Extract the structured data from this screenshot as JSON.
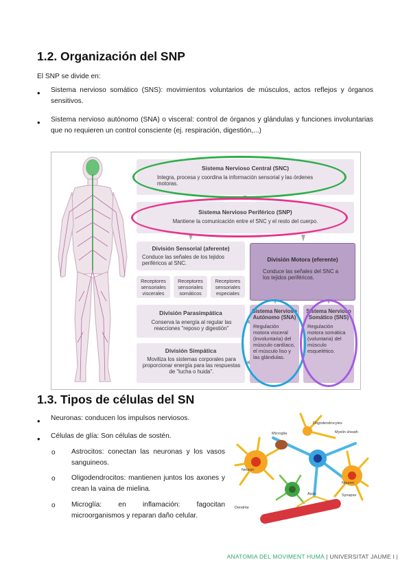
{
  "section1": {
    "title": "1.2. Organización del SNP",
    "intro": "El SNP se divide en:",
    "bullets": [
      "Sistema nervioso somático (SNS): movimientos voluntarios de músculos, actos reflejos y órganos sensitivos.",
      "Sistema nervioso autónomo (SNA) o visceral: control de órganos y glándulas y funciones involuntarias que no requieren un control consciente (ej. respiración, digestión,...)"
    ]
  },
  "diagram": {
    "snc": {
      "title": "Sistema Nervioso Central (SNC)",
      "desc": "Integra, procesa y coordina la información sensorial y las órdenes motoras."
    },
    "snp": {
      "title": "Sistema Nervioso Periférico (SNP)",
      "desc": "Mantiene la comunicación entre el SNC y el resto del cuerpo."
    },
    "sensorial": {
      "title": "División Sensorial (aferente)",
      "desc": "Conduce las señales de los tejidos periféricos al SNC."
    },
    "receptores": [
      "Receptores sensoriales viscerales",
      "Receptores sensoriales somáticos",
      "Receptores sensoriales especiales"
    ],
    "motora": {
      "title": "División Motora (eferente)",
      "desc": "Conduce las señales del SNC a los tejidos periféricos."
    },
    "parasimpatica": {
      "title": "División Parasimpática",
      "desc": "Conserva la energía al regular las reacciones \"reposo y digestión\""
    },
    "simpatica": {
      "title": "División Simpática",
      "desc": "Moviliza los sistemas corporales para proporcionar energía para las respuestas de \"lucha o huida\"."
    },
    "sna": {
      "title": "Sistema Nervioso Autónomo (SNA)",
      "desc": "Regulación motora visceral (involuntaria) del músculo cardíaco, el músculo liso y las glándulas."
    },
    "sns": {
      "title": "Sistema Nervioso Somático (SNS)",
      "desc": "Regulación motora somática (voluntaria) del músculo esquelético."
    },
    "colors": {
      "snc_ring": "#2fae4a",
      "snp_ring": "#e8338a",
      "sna_ring": "#1fa3dc",
      "sns_ring": "#a35ce0"
    }
  },
  "section2": {
    "title": "1.3. Tipos de células del SN",
    "bullets": [
      "Neuronas: conducen los impulsos nerviosos.",
      "Células de glía: Son células de sostén."
    ],
    "subitems": [
      "Astrocitos: conectan las neuronas y los vasos sanguineos.",
      "Oligodendrocitos: mantienen juntos los axones y crean la vaina de mielina.",
      "Microglía: en inflamación: fagocitan microorganismos y reparan daño celular."
    ],
    "illustration_labels": [
      "Microglia",
      "Oligodendrocytes",
      "Myelin sheath",
      "Neuron",
      "Neuron",
      "Dendrite",
      "Axon",
      "Synapse"
    ]
  },
  "footer": {
    "left": "ANATOMIA DEL MOVIMENT HUMÀ",
    "right": "UNIVERSITAT JAUME I"
  }
}
